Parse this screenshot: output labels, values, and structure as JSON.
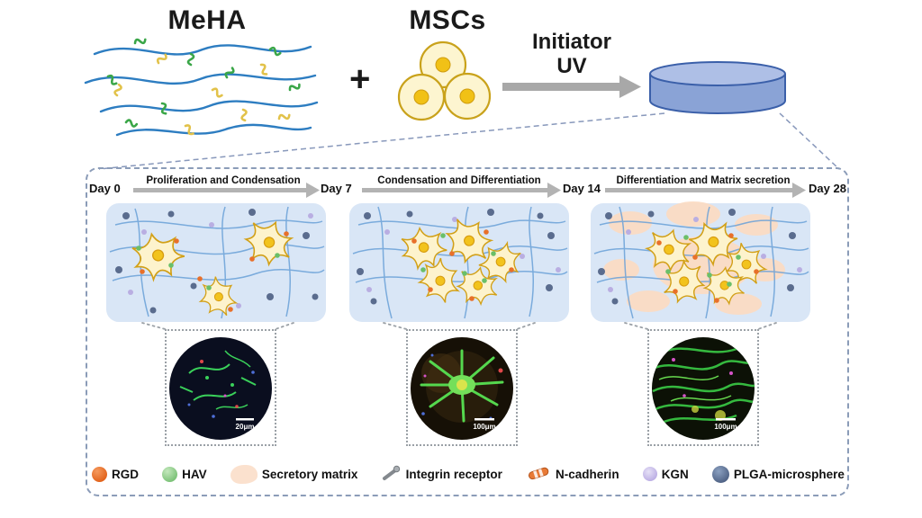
{
  "top": {
    "meha_label": "MeHA",
    "plus": "+",
    "mscs_label": "MSCs",
    "initiator_line1": "Initiator",
    "initiator_line2": "UV"
  },
  "timeline": {
    "days": [
      "Day 0",
      "Day 7",
      "Day 14",
      "Day 28"
    ],
    "phases": [
      "Proliferation and Condensation",
      "Condensation and Differentiation",
      "Differentiation and Matrix secretion"
    ]
  },
  "micrographs": [
    {
      "scale_label": "20μm"
    },
    {
      "scale_label": "100μm"
    },
    {
      "scale_label": "100μm"
    }
  ],
  "legend": {
    "items": [
      {
        "label": "RGD"
      },
      {
        "label": "HAV"
      },
      {
        "label": "Secretory matrix"
      },
      {
        "label": "Integrin receptor"
      },
      {
        "label": "N-cadherin"
      },
      {
        "label": "KGN"
      },
      {
        "label": "PLGA-microsphere"
      }
    ]
  },
  "colors": {
    "rgd": "#e2641d",
    "hav": "#7dc379",
    "secretory_matrix": "#fbe1ce",
    "integrin_receptor": "#8d9499",
    "n_cadherin": "#e87a36",
    "kgn": "#b9abe3",
    "plga_microsphere": "#4c5f82",
    "fiber_blue": "#6aa1d8",
    "panel_background": "#d9e6f6",
    "cell_fill": "#fdf3cd",
    "dish_blue": "#8aa3d6"
  }
}
